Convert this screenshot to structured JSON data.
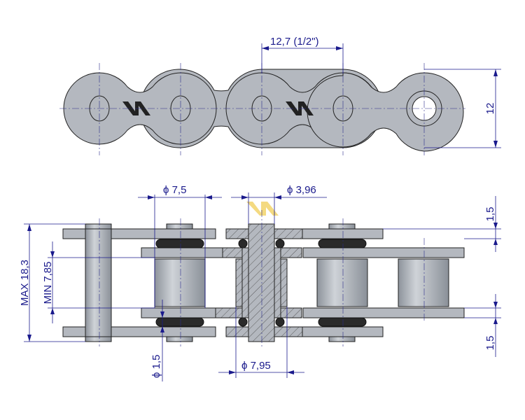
{
  "title": "Roller chain 12,7 (1/2\") technical drawing",
  "dimensions": {
    "pitch": "12,7  (1/2\")",
    "plate_height": "12",
    "roller_diameter": "ϕ 7,5",
    "pin_diameter": "ϕ 3,96",
    "bushing_diameter": "ϕ 7,95",
    "oring_diameter": "ϕ 1,5",
    "outer_plate_thickness": "1,5",
    "inner_plate_thickness": "1,5",
    "max_width": "MAX 18,3",
    "min_inner_width": "MIN 7,85"
  },
  "logo_text": "W",
  "colors": {
    "dimension": "#1a1a8c",
    "logo_top": "#222222",
    "logo_section": "#f2d36b",
    "steel": "#b4b8bf"
  }
}
